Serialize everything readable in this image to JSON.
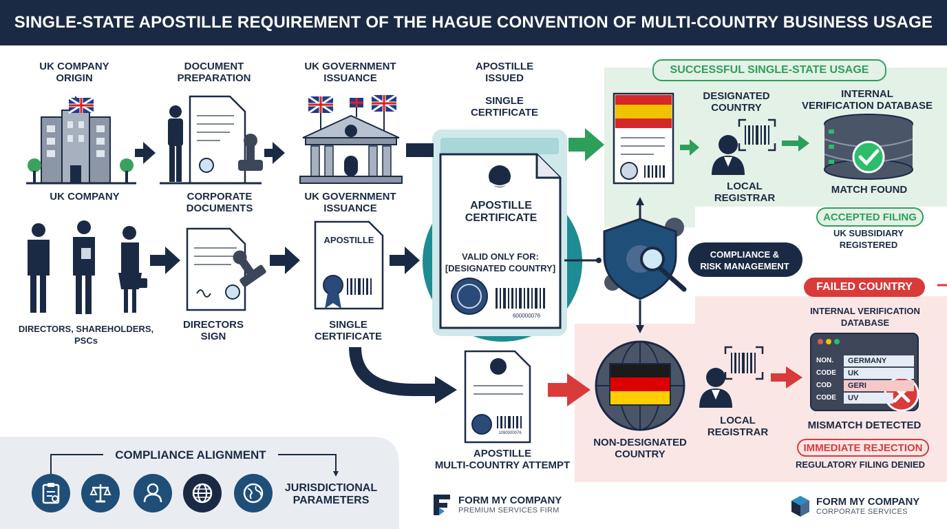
{
  "title": "SINGLE-STATE APOSTILLE REQUIREMENT OF THE HAGUE CONVENTION OF MULTI-COUNTRY BUSINESS USAGE",
  "colors": {
    "navy": "#1b2a44",
    "green_bg": "#e4f1e6",
    "green": "#2e9e5b",
    "red_bg": "#fbe6e6",
    "red": "#d93a3a",
    "teal": "#8fc9c9",
    "grey_bg": "#e9edf2"
  },
  "top_row": {
    "origin_head": "UK COMPANY\nORIGIN",
    "prep_head": "DOCUMENT\nPREPARATION",
    "gov_head": "UK GOVERNMENT\nISSUANCE",
    "issued_head": "APOSTILLE\nISSUED",
    "single_cert_head": "SINGLE\nCERTIFICATE",
    "uk_company": "UK COMPANY",
    "corporate_docs": "CORPORATE\nDOCUMENTS",
    "gov_issuance": "UK GOVERNMENT\nISSUANCE"
  },
  "bottom_row": {
    "directors": "DIRECTORS, SHAREHOLDERS,\nPSCs",
    "directors_sign": "DIRECTORS\nSIGN",
    "small_apostille": "APOSTILLE",
    "single_certificate": "SINGLE\nCERTIFICATE",
    "multi_attempt": "APOSTILLE\nMULTI-COUNTRY ATTEMPT"
  },
  "certificate": {
    "title": "APOSTILLE\nCERTIFICATE",
    "valid": "VALID ONLY FOR:\n[DESIGNATED COUNTRY]",
    "serial": "600000076",
    "small_serial": "1090000076"
  },
  "compliance_risk": "COMPLIANCE &\nRISK MANAGEMENT",
  "success": {
    "header": "SUCCESSFUL SINGLE-STATE USAGE",
    "designated": "DESIGNATED\nCOUNTRY",
    "registrar": "LOCAL\nREGISTRAR",
    "database": "INTERNAL\nVERIFICATION DATABASE",
    "match": "MATCH FOUND",
    "accepted": "ACCEPTED FILING",
    "registered": "UK SUBSIDIARY\nREGISTERED"
  },
  "failure": {
    "header": "FAILED COUNTRY",
    "database": "INTERNAL VERIFICATION\nDATABASE",
    "rows": [
      {
        "k": "NON.",
        "v": "GERMANY"
      },
      {
        "k": "CODE",
        "v": "UK"
      },
      {
        "k": "COD",
        "v": "GERI"
      },
      {
        "k": "CODE",
        "v": "UV"
      }
    ],
    "non_designated": "NON-DESIGNATED\nCOUNTRY",
    "registrar": "LOCAL\nREGISTRAR",
    "mismatch": "MISMATCH DETECTED",
    "rejection": "IMMEDIATE REJECTION",
    "denied": "REGULATORY FILING DENIED"
  },
  "alignment": {
    "title": "COMPLIANCE ALIGNMENT",
    "params": "JURISDICTIONAL\nPARAMETERS",
    "icons": [
      "clipboard-icon",
      "scales-icon",
      "person-icon",
      "globe-icon",
      "earth-icon"
    ]
  },
  "brands": [
    {
      "name": "FORM MY COMPANY",
      "sub": "PREMIUM SERVICES FIRM"
    },
    {
      "name": "FORM MY COMPANY",
      "sub": "CORPORATE SERVICES"
    }
  ]
}
